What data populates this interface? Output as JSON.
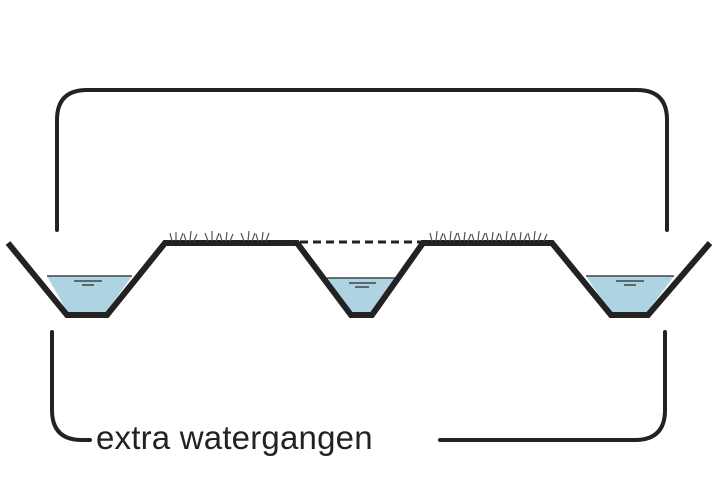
{
  "diagram": {
    "caption": "extra watergangen",
    "colors": {
      "stroke": "#222222",
      "water": "#aed4e3",
      "grass": "#555555"
    },
    "ditch_count": 3,
    "icons": [
      "ditch-profile",
      "grass-tuft",
      "dashed-connector",
      "bracket"
    ]
  }
}
